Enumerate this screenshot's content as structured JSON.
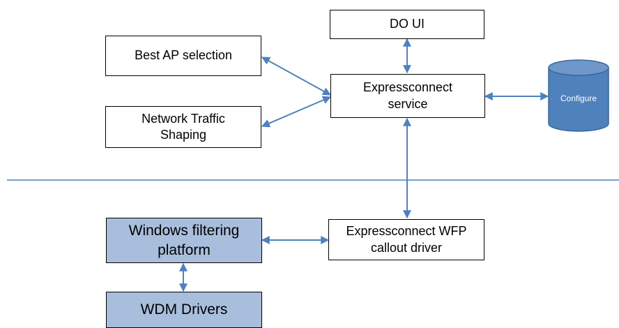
{
  "colors": {
    "connector": "#4f81bd",
    "filled_box": "#a8bedc",
    "database": "#4f81bd",
    "divider": "#4f81bd"
  },
  "nodes": {
    "do_ui": "DO UI",
    "best_ap": "Best AP selection",
    "traffic_shaping": "Network Traffic\nShaping",
    "service": "Expressconnect\nservice",
    "configure": "Configure",
    "wfp_platform": "Windows filtering\nplatform",
    "callout_driver": "Expressconnect WFP\ncallout driver",
    "wdm_drivers": "WDM Drivers"
  }
}
